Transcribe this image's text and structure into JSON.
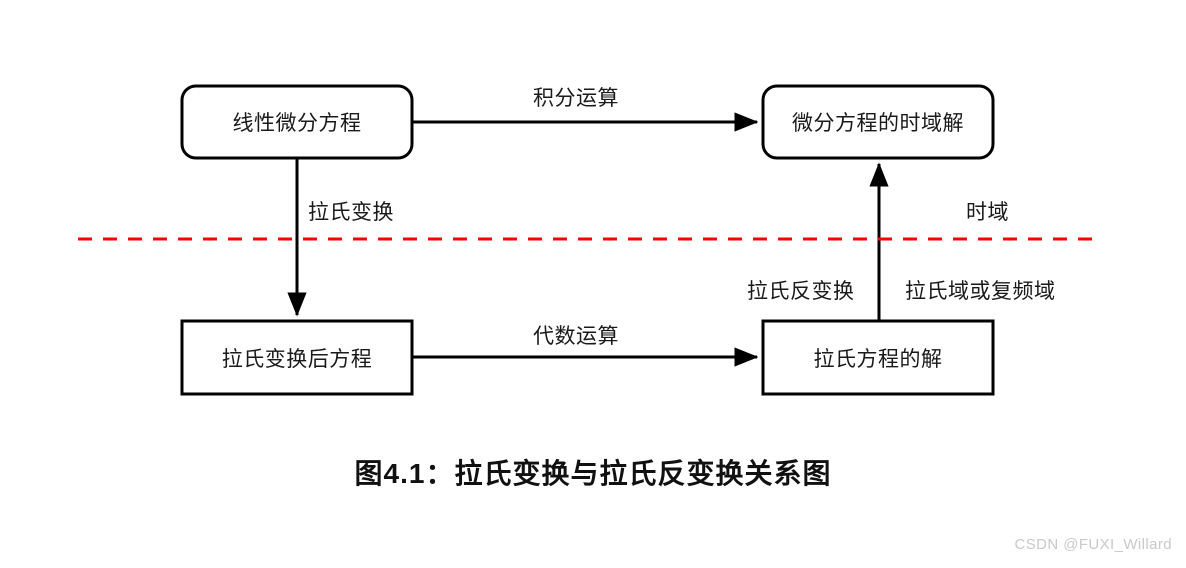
{
  "figure": {
    "caption": "图4.1：拉氏变换与拉氏反变换关系图",
    "watermark": "CSDN @FUXI_Willard",
    "background_color": "#ffffff",
    "stroke_color": "#000000",
    "divider_color": "#ff0000"
  },
  "nodes": [
    {
      "id": "linear-differential-equation",
      "label": "线性微分方程",
      "shape": "rounded-rectangle"
    },
    {
      "id": "time-domain-solution",
      "label": "微分方程的时域解",
      "shape": "rounded-rectangle"
    },
    {
      "id": "laplace-transformed-equation",
      "label": "拉氏变换后方程",
      "shape": "rectangle"
    },
    {
      "id": "laplace-equation-solution",
      "label": "拉氏方程的解",
      "shape": "rectangle"
    }
  ],
  "edges": [
    {
      "id": "integral-operation",
      "label": "积分运算",
      "from": "linear-differential-equation",
      "to": "time-domain-solution",
      "direction": "right"
    },
    {
      "id": "laplace-transform",
      "label": "拉氏变换",
      "from": "linear-differential-equation",
      "to": "laplace-transformed-equation",
      "direction": "down"
    },
    {
      "id": "algebraic-operation",
      "label": "代数运算",
      "from": "laplace-transformed-equation",
      "to": "laplace-equation-solution",
      "direction": "right"
    },
    {
      "id": "inverse-laplace-transform",
      "label": "拉氏反变换",
      "from": "laplace-equation-solution",
      "to": "time-domain-solution",
      "direction": "up"
    }
  ],
  "regions": {
    "upper": "时域",
    "lower": "拉氏域或复频域"
  }
}
